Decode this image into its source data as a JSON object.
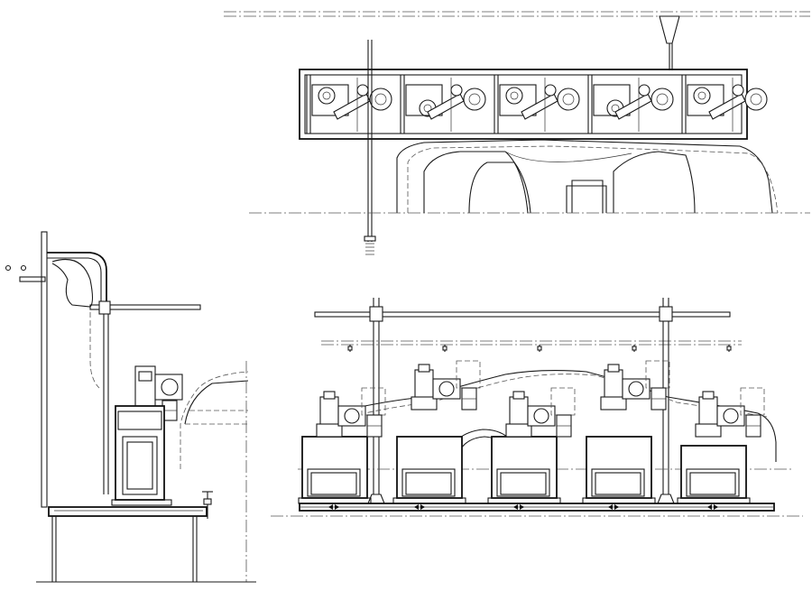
{
  "drawing": {
    "views": [
      {
        "name": "top-plan-view",
        "nozzle_units": 5
      },
      {
        "name": "side-section-view"
      },
      {
        "name": "front-elevation-view",
        "machine_units": 5
      }
    ]
  }
}
